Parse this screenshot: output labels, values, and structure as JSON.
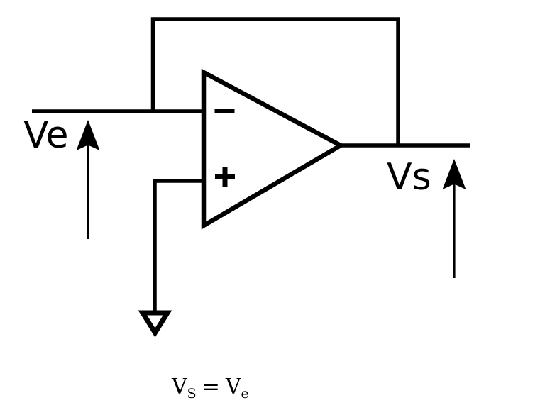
{
  "diagram": {
    "colors": {
      "line": "#000000",
      "background": "#ffffff",
      "text": "#000000"
    },
    "labels": {
      "input": "Ve",
      "output": "Vs"
    },
    "op_amp": {
      "inverting_symbol": "−",
      "non_inverting_symbol": "+"
    },
    "icons": {
      "inverting_input": "minus-icon",
      "non_inverting_input": "plus-icon",
      "input_arrow": "arrow-up-icon",
      "output_arrow": "arrow-up-icon",
      "ground": "arrow-down-open-icon"
    },
    "formula": {
      "lhs_base": "V",
      "lhs_sub": "S",
      "equals_sign": "=",
      "rhs_base": "V",
      "rhs_sub": "e"
    }
  }
}
